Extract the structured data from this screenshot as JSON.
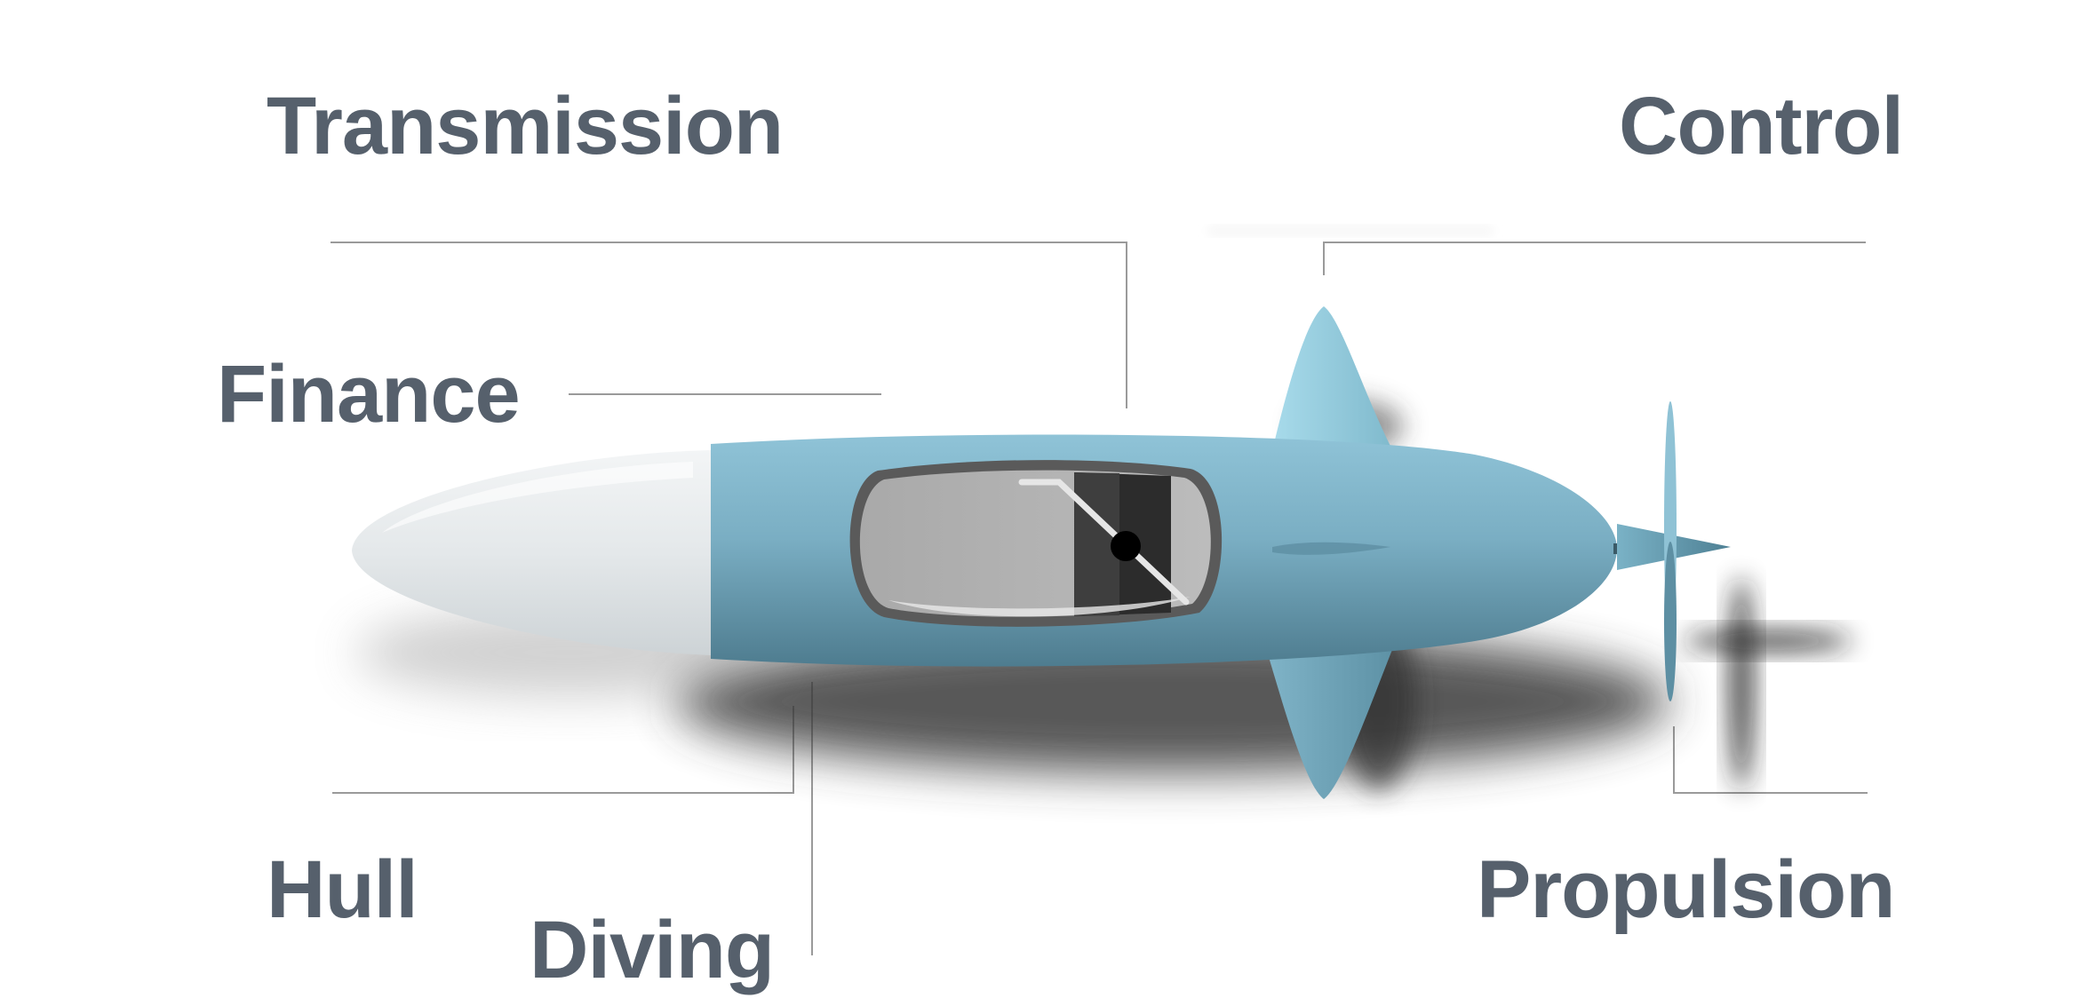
{
  "labels": {
    "transmission": "Transmission",
    "control": "Control",
    "finance": "Finance",
    "hull": "Hull",
    "diving": "Diving",
    "propulsion": "Propulsion"
  },
  "colors": {
    "label_text": "#56606c",
    "leader_line": "#9a9a9a",
    "hull_body": "#7fb2c7",
    "hull_body_dark": "#4f7f93",
    "nose_cone": "#e6e9eb",
    "fins": "#9fd3e4",
    "window_glass": "#b0b0b0",
    "window_frame": "#555555",
    "background": "#ffffff"
  },
  "icons": {
    "submarine": "submarine-illustration",
    "propeller": "propeller-icon",
    "lever": "control-lever-icon"
  }
}
